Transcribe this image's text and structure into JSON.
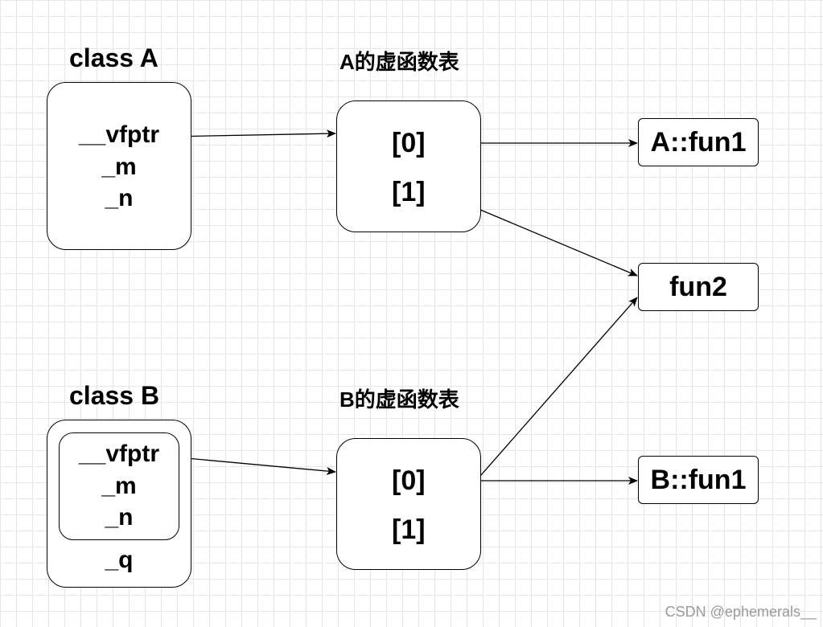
{
  "class_a": {
    "title": "class A",
    "members": [
      "__vfptr",
      "_m",
      "_n"
    ]
  },
  "class_b": {
    "title": "class B",
    "inherited_members": [
      "__vfptr",
      "_m",
      "_n"
    ],
    "own_member": "_q"
  },
  "vtable_a": {
    "title": "A的虚函数表",
    "slots": [
      "[0]",
      "[1]"
    ]
  },
  "vtable_b": {
    "title": "B的虚函数表",
    "slots": [
      "[0]",
      "[1]"
    ]
  },
  "functions": {
    "a_fun1": "A::fun1",
    "fun2": "fun2",
    "b_fun1": "B::fun1"
  },
  "watermark": "CSDN @ephemerals__"
}
